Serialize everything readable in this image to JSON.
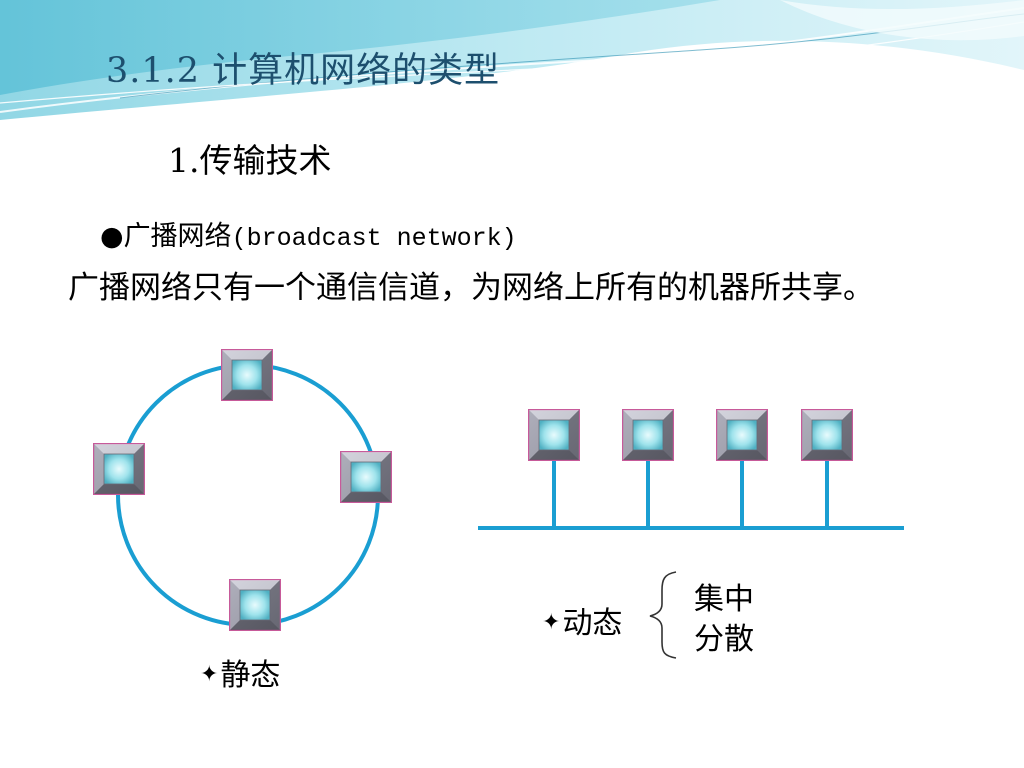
{
  "slide": {
    "title": "3.1.2 计算机网络的类型",
    "subtitle": "1.传输技术",
    "bullet": {
      "marker": "●",
      "label": "广播网络",
      "english": "(broadcast network)"
    },
    "description": "广播网络只有一个通信信道，为网络上所有的机器所共享。",
    "diagrams": {
      "ring": {
        "marker": "✦",
        "label": "静态",
        "node_count": 4
      },
      "bus": {
        "marker": "✦",
        "label": "动态",
        "node_count": 4,
        "options": [
          "集中",
          "分散"
        ]
      }
    }
  },
  "colors": {
    "title": "#1d4f6e",
    "line": "#1a9ed2",
    "node_border": "#c75a9a",
    "node_outer": "#8e8e9a",
    "node_inner": "#9fe3ec"
  },
  "icons": {
    "node": "computer-node-icon",
    "marker": "four-point-star-icon",
    "brace": "left-curly-brace-icon"
  }
}
